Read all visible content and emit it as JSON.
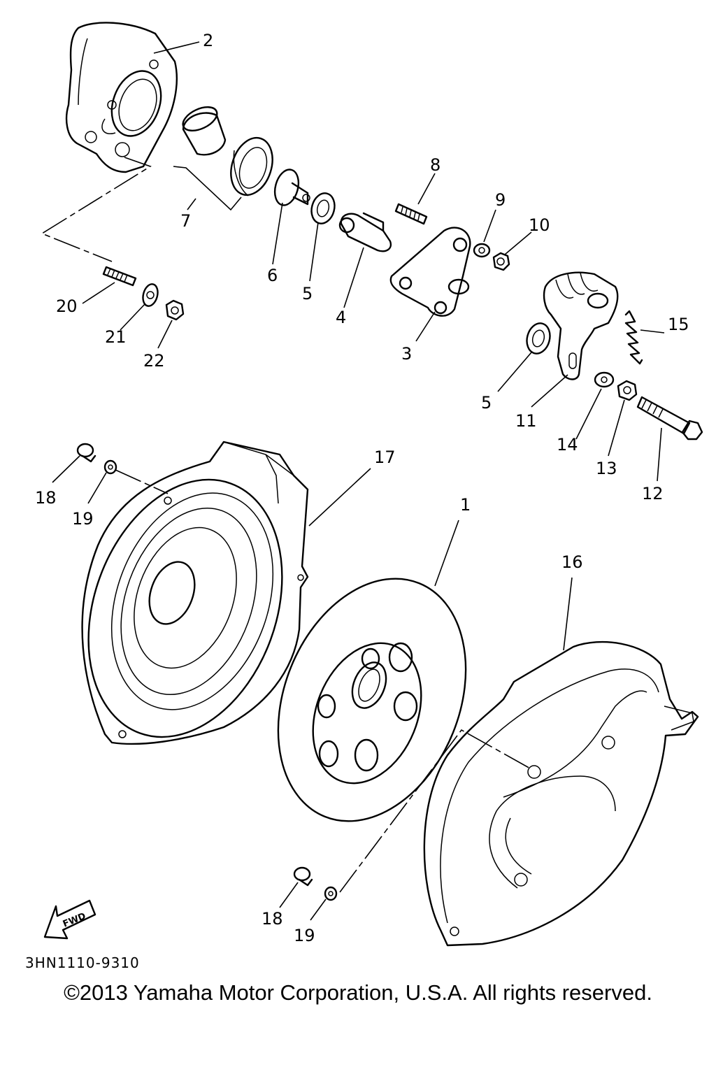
{
  "diagram": {
    "callouts": {
      "c1": "1",
      "c2": "2",
      "c3": "3",
      "c4": "4",
      "c5a": "5",
      "c5b": "5",
      "c6": "6",
      "c7": "7",
      "c8": "8",
      "c9": "9",
      "c10": "10",
      "c11": "11",
      "c12": "12",
      "c13": "13",
      "c14": "14",
      "c15": "15",
      "c16": "16",
      "c17": "17",
      "c18a": "18",
      "c18b": "18",
      "c19a": "19",
      "c19b": "19",
      "c20": "20",
      "c21": "21",
      "c22": "22"
    },
    "fwd_label": "FWD",
    "code": "3HN1110-9310"
  },
  "footer": {
    "copyright": "©2013 Yamaha Motor Corporation, U.S.A. All rights reserved."
  }
}
